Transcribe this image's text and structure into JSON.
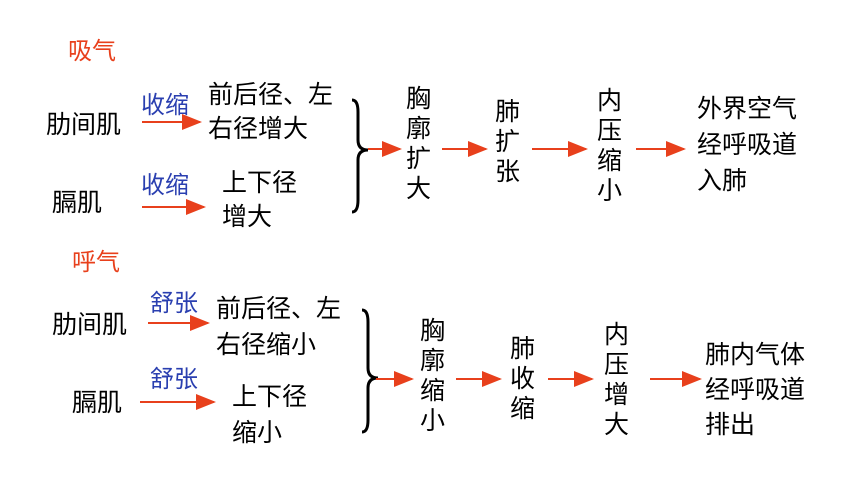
{
  "inhale": {
    "title": "吸气",
    "muscle1": "肋间肌",
    "muscle2": "膈肌",
    "action1": "收缩",
    "action2": "收缩",
    "effect1": [
      "前后径、左",
      "右径增大"
    ],
    "effect2": [
      "上下径",
      "增大"
    ],
    "chest": "胸\n廓\n扩\n大",
    "lung": "肺\n扩\n张",
    "pressure": "内\n压\n缩\n小",
    "result": [
      "外界空气",
      "经呼吸道",
      "入肺"
    ]
  },
  "exhale": {
    "title": "呼气",
    "muscle1": "肋间肌",
    "muscle2": "膈肌",
    "action1": "舒张",
    "action2": "舒张",
    "effect1": [
      "前后径、左",
      "右径缩小"
    ],
    "effect2": [
      "上下径",
      "缩小"
    ],
    "chest": "胸\n廓\n缩\n小",
    "lung": "肺\n收\n缩",
    "pressure": "内\n压\n增\n大",
    "result": [
      "肺内气体",
      "经呼吸道",
      "排出"
    ]
  },
  "colors": {
    "arrow": "#e8401c",
    "title": "#e8401c",
    "action": "#2a3fb0"
  }
}
